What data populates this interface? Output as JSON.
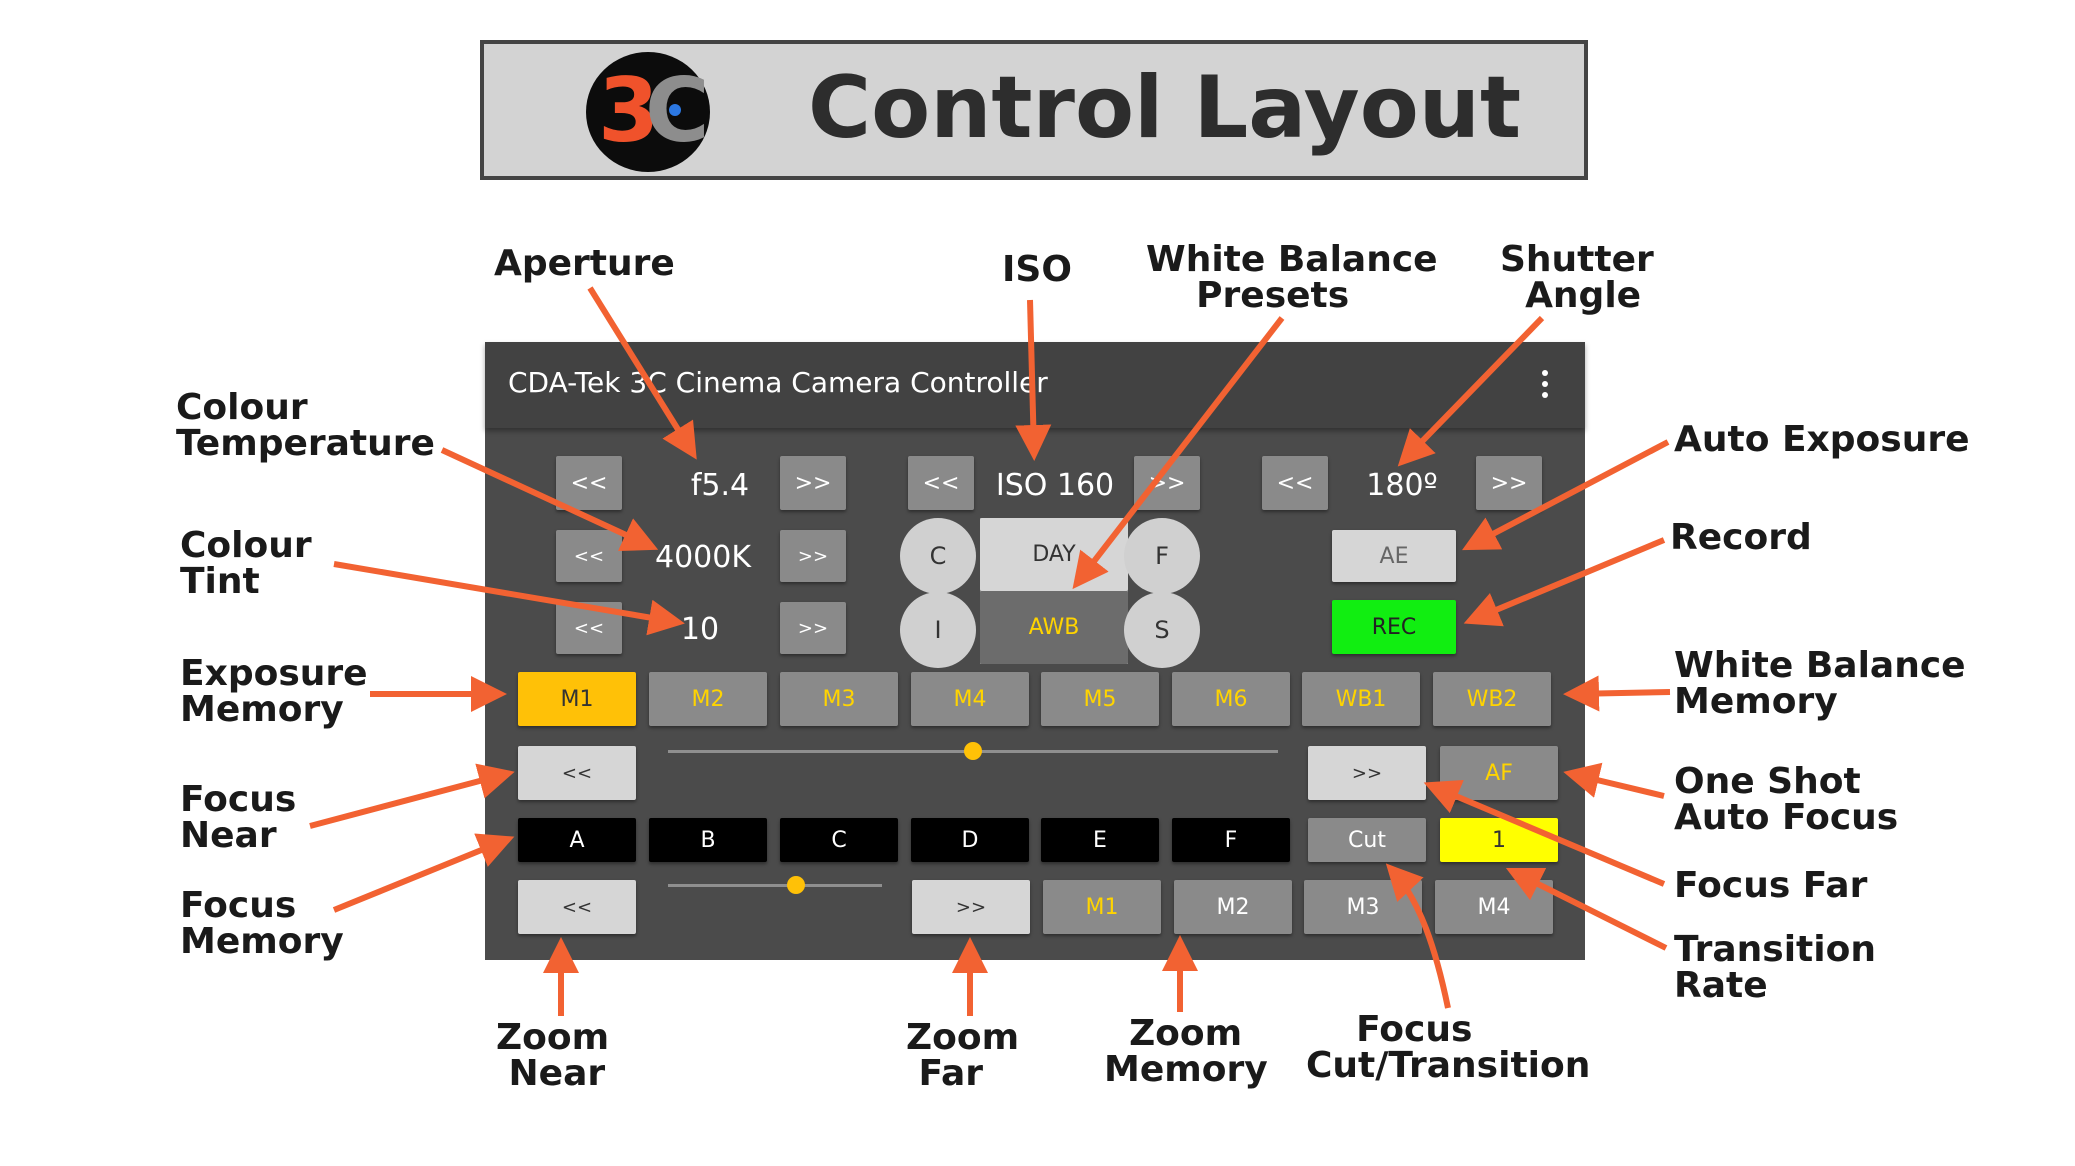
{
  "banner": {
    "title": "Control Layout",
    "logo_digit": "3",
    "logo_letter": "C"
  },
  "app": {
    "title": "CDA-Tek 3C Cinema Camera Controller",
    "row1": {
      "aperture_prev": "<<",
      "aperture": "f5.4",
      "aperture_next": ">>",
      "iso_prev": "<<",
      "iso": "ISO 160",
      "iso_next": ">>",
      "shutter_prev": "<<",
      "shutter": "180º",
      "shutter_next": ">>"
    },
    "row2": {
      "temp_prev": "<<",
      "temp": "4000K",
      "temp_next": ">>",
      "wb_c": "C",
      "wb_day": "DAY",
      "wb_f": "F",
      "ae": "AE"
    },
    "row3": {
      "tint_prev": "<<",
      "tint": "10",
      "tint_next": ">>",
      "wb_i": "I",
      "wb_awb": "AWB",
      "wb_s": "S",
      "rec": "REC"
    },
    "memory": [
      "M1",
      "M2",
      "M3",
      "M4",
      "M5",
      "M6",
      "WB1",
      "WB2"
    ],
    "focus": {
      "near": "<<",
      "far": ">>",
      "af": "AF",
      "slider_value": 0.5
    },
    "focus_memory": [
      "A",
      "B",
      "C",
      "D",
      "E",
      "F"
    ],
    "cut": "Cut",
    "transition_rate": "1",
    "zoom": {
      "near": "<<",
      "far": ">>",
      "slider_value": 0.6
    },
    "zoom_memory": [
      "M1",
      "M2",
      "M3",
      "M4"
    ]
  },
  "labels": {
    "aperture": "Aperture",
    "iso": "ISO",
    "wb_presets": "White Balance\n    Presets",
    "shutter": "Shutter\n  Angle",
    "colour_temp": "Colour\nTemperature",
    "colour_tint": "Colour\nTint",
    "exposure_memory": "Exposure\nMemory",
    "focus_near": "Focus\nNear",
    "focus_memory": "Focus\nMemory",
    "auto_exposure": "Auto Exposure",
    "record": "Record",
    "wb_memory": "White Balance\nMemory",
    "one_shot_af": "One Shot\nAuto Focus",
    "focus_far": "Focus Far",
    "transition_rate": "Transition\nRate",
    "zoom_near": "Zoom\n Near",
    "zoom_far": "Zoom\n Far",
    "zoom_memory": "  Zoom\nMemory",
    "focus_cut": "    Focus\nCut/Transition"
  },
  "colors": {
    "accent_orange": "#f26232",
    "amber": "#ffc107",
    "rec_green": "#11ee11",
    "rate_yellow": "#ffff00"
  }
}
